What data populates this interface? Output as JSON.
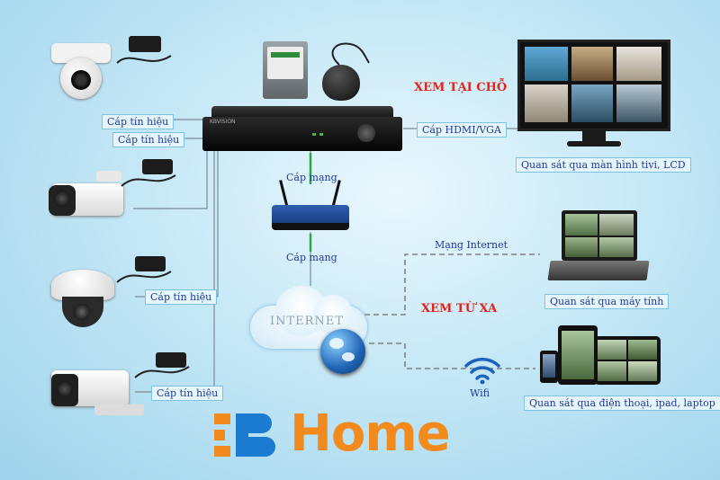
{
  "labels": {
    "cap_tin_hieu_1": "Cáp tín hiệu",
    "cap_tin_hieu_2": "Cáp tín hiệu",
    "cap_tin_hieu_3": "Cáp tín hiệu",
    "cap_tin_hieu_4": "Cáp tín hiệu",
    "cap_hdmi": "Cáp HDMI/VGA",
    "cap_mang_1": "Cáp mạng",
    "cap_mang_2": "Cáp mạng",
    "mang_internet": "Mạng Internet",
    "wifi": "Wifi",
    "xem_tai_cho": "XEM TẠI CHỖ",
    "xem_tu_xa": "XEM TỪ XA",
    "tv_caption": "Quan sát qua màn hình tivi, LCD",
    "laptop_caption": "Quan sát qua máy tính",
    "mobile_caption": "Quan sát qua điện thoại, ipad, laptop",
    "internet": "INTERNET",
    "dvr_brand": "KBVISION",
    "logo_text": "Home"
  },
  "colors": {
    "label_text": "#1f3a9c",
    "highlight": "#e0241b",
    "logo_orange": "#f28a1e",
    "line": "#7a7a7a"
  }
}
